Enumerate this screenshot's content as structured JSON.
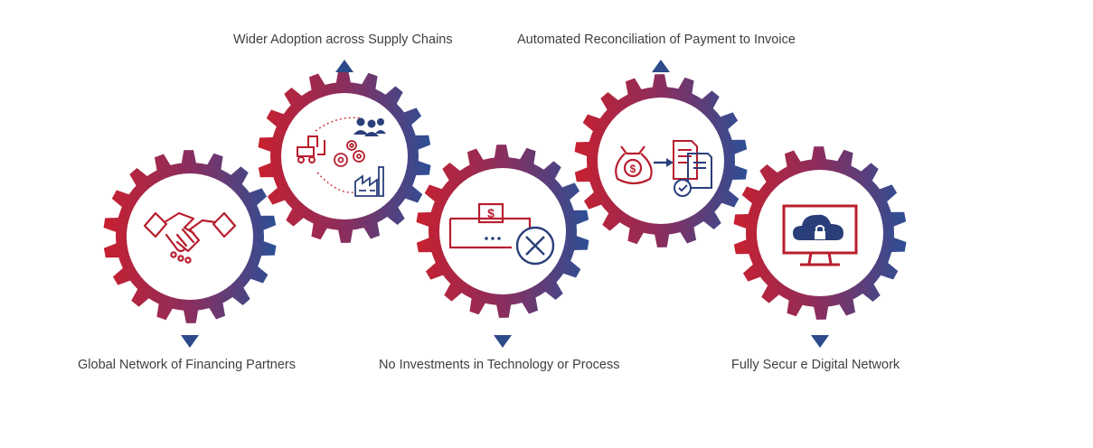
{
  "diagram": {
    "colors": {
      "gear_red": "#c8202f",
      "gear_blue": "#2c4f96",
      "icon_red": "#b81e2e",
      "icon_blue": "#2a3f7a",
      "marker": "#2d4a8a",
      "text": "#3f3f3f"
    },
    "steps": [
      {
        "label": "Global Network of Financing Partners",
        "icon": "handshake-icon",
        "marker": "down"
      },
      {
        "label": "Wider Adoption across Supply Chains",
        "icon": "supply-chain-icon",
        "marker": "up"
      },
      {
        "label": "No Investments in Technology or Process",
        "icon": "no-investment-icon",
        "marker": "down"
      },
      {
        "label": "Automated Reconciliation of Payment to Invoice",
        "icon": "reconciliation-icon",
        "marker": "up"
      },
      {
        "label": "Fully Secur e Digital Network",
        "icon": "secure-network-icon",
        "marker": "down"
      }
    ]
  }
}
